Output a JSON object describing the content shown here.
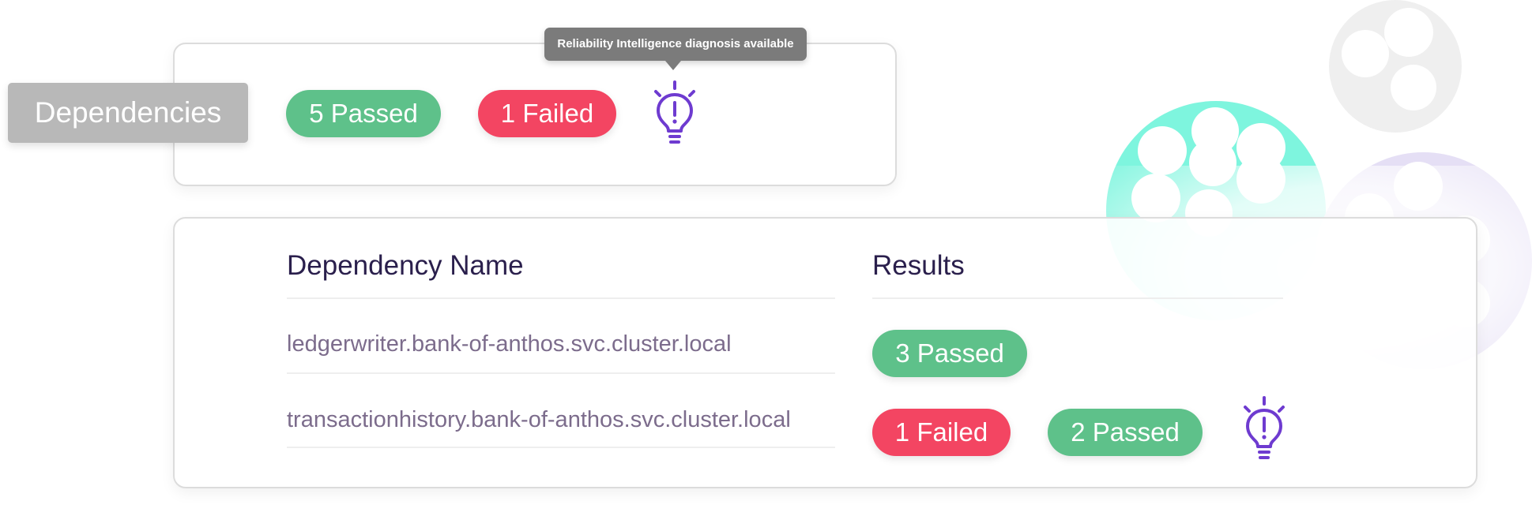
{
  "section": {
    "label": "Dependencies"
  },
  "summary": {
    "passed_label": "5 Passed",
    "failed_label": "1 Failed",
    "tooltip": "Reliability Intelligence diagnosis available",
    "icon": "lightbulb-alert-icon"
  },
  "table": {
    "columns": [
      "Dependency Name",
      "Results"
    ],
    "rows": [
      {
        "name": "ledgerwriter.bank-of-anthos.svc.cluster.local",
        "results": [
          "3 Passed"
        ]
      },
      {
        "name": "transactionhistory.bank-of-anthos.svc.cluster.local",
        "results": [
          "1 Failed",
          "2 Passed"
        ],
        "icon": "lightbulb-alert-icon"
      }
    ]
  },
  "colors": {
    "passed": "#5ec18a",
    "failed": "#f34562",
    "icon": "#6e3bd0",
    "tab": "#b8b8b8",
    "tooltip": "#7b7b7b",
    "header_text": "#2a1f4c",
    "row_text": "#7c6c8c"
  }
}
